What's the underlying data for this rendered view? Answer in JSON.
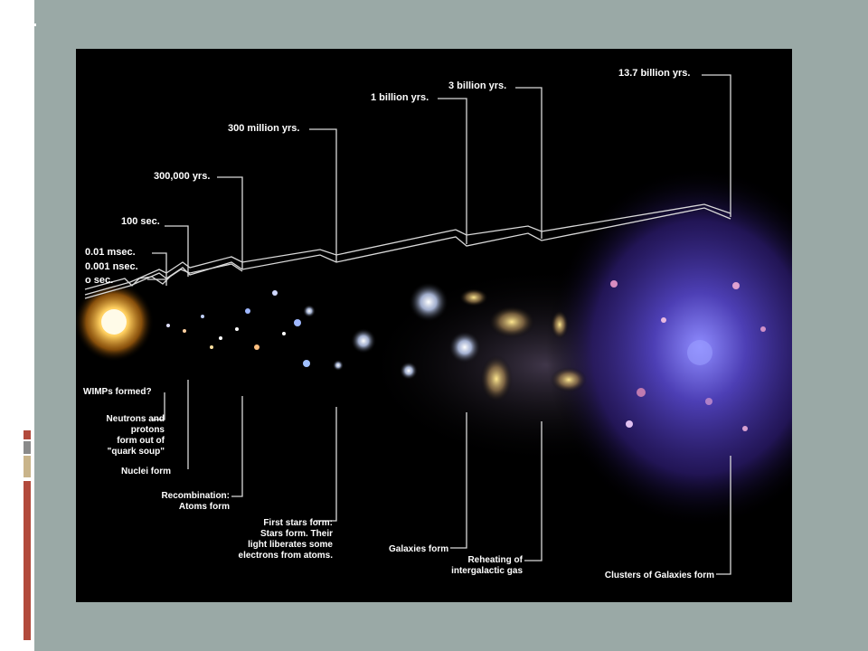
{
  "slide": {
    "background": "#9aa9a6",
    "accent_colors": [
      "#b24a3c",
      "#8a8a8a",
      "#c9b48a"
    ]
  },
  "timeline": {
    "times": [
      "o sec.",
      "0.001 nsec.",
      "0.01 msec.",
      "100 sec.",
      "300,000 yrs.",
      "300 million yrs.",
      "1 billion yrs.",
      "3 billion yrs.",
      "13.7 billion yrs."
    ],
    "events": {
      "wimps": "WIMPs formed?",
      "neutrons_1": "Neutrons and",
      "neutrons_2": "protons",
      "neutrons_3": "form out of",
      "neutrons_4": "\"quark soup\"",
      "nuclei": "Nuclei form",
      "recomb_1": "Recombination:",
      "recomb_2": "Atoms form",
      "stars_1": "First stars form:",
      "stars_2": "Stars  form. Their",
      "stars_3": "light liberates some",
      "stars_4": "electrons from atoms.",
      "galaxies": "Galaxies form",
      "reheat_1": "Reheating of",
      "reheat_2": "intergalactic gas",
      "clusters": "Clusters of Galaxies form"
    }
  }
}
